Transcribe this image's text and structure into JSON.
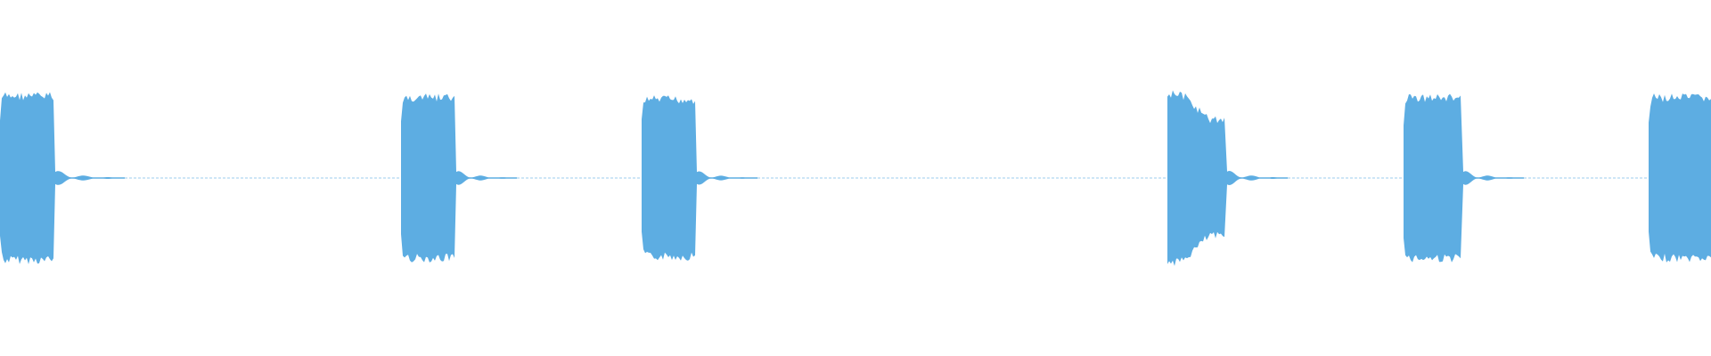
{
  "waveform": {
    "color": "#5DADE2",
    "background": "#FFFFFF",
    "burst_count": 6,
    "bursts": [
      {
        "onset_s": 0.0,
        "duration_s": 0.06,
        "peak": 0.46,
        "tail": 0.08
      },
      {
        "onset_s": 0.45,
        "duration_s": 0.06,
        "peak": 0.45,
        "tail": 0.07
      },
      {
        "onset_s": 0.72,
        "duration_s": 0.06,
        "peak": 0.44,
        "tail": 0.07
      },
      {
        "onset_s": 1.31,
        "duration_s": 0.065,
        "peak": 0.47,
        "tail": 0.07,
        "shape": "decay-dip"
      },
      {
        "onset_s": 1.575,
        "duration_s": 0.065,
        "peak": 0.45,
        "tail": 0.07
      },
      {
        "onset_s": 1.85,
        "duration_s": 0.07,
        "peak": 0.45,
        "tail": 0.0
      }
    ],
    "total_duration_s": 1.92
  }
}
